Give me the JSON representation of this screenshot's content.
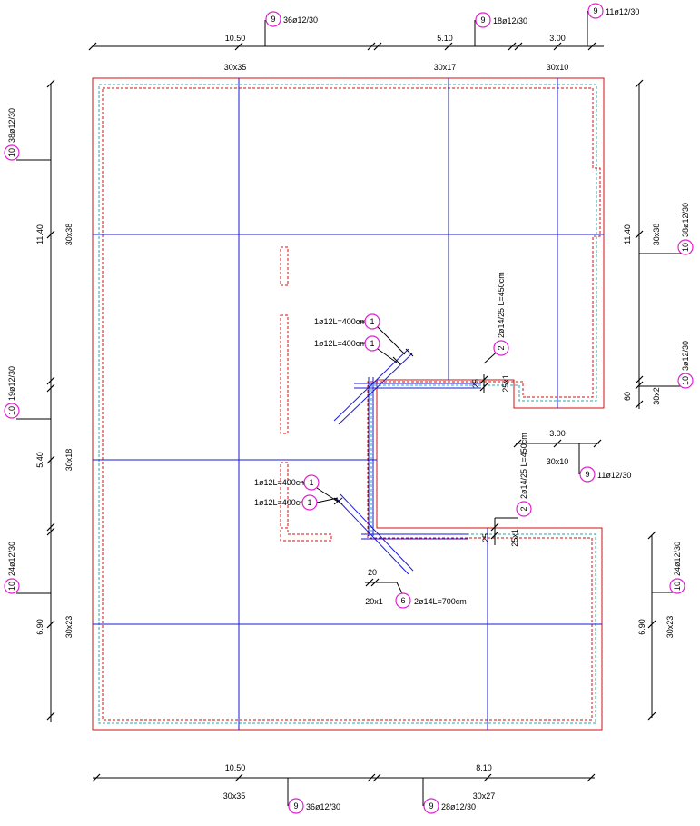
{
  "colors": {
    "slab_edge": "#d01010",
    "inner_edge": "#2aa7a7",
    "rebar_line": "#1a1ad6",
    "tag_circle": "#e020d0",
    "dimension": "#000000"
  },
  "top_dims": {
    "lengths": [
      "10.50",
      "5.10",
      "3.00"
    ],
    "bars": [
      "30x35",
      "30x17",
      "30x10"
    ],
    "tags": [
      {
        "num": "9",
        "text": "36ø12/30"
      },
      {
        "num": "9",
        "text": "18ø12/30"
      },
      {
        "num": "9",
        "text": "11ø12/30"
      }
    ]
  },
  "bottom_dims": {
    "lengths": [
      "10.50",
      "8.10"
    ],
    "bars": [
      "30x35",
      "30x27"
    ],
    "tags": [
      {
        "num": "9",
        "text": "36ø12/30"
      },
      {
        "num": "9",
        "text": "28ø12/30"
      }
    ]
  },
  "left_dims": {
    "lengths": [
      "11.40",
      "5.40",
      "6.90"
    ],
    "bars": [
      "30x38",
      "30x18",
      "30x23"
    ],
    "tags": [
      {
        "num": "10",
        "text": "38ø12/30"
      },
      {
        "num": "10",
        "text": "19ø12/30"
      },
      {
        "num": "10",
        "text": "24ø12/30"
      }
    ]
  },
  "right_dims": {
    "lengths": [
      "11.40",
      "60",
      "6.90"
    ],
    "bars": [
      "30x38",
      "30x2",
      "30x23"
    ],
    "tags": [
      {
        "num": "10",
        "text": "38ø12/30"
      },
      {
        "num": "10",
        "text": "3ø12/30"
      },
      {
        "num": "10",
        "text": "24ø12/30"
      }
    ]
  },
  "inner_dim": {
    "length": "3.00",
    "bar": "30x10",
    "tag": {
      "num": "9",
      "text": "11ø12/30"
    }
  },
  "corner_bars": [
    {
      "num": "1",
      "text": "1ø12L=400cm"
    },
    {
      "num": "1",
      "text": "1ø12L=400cm"
    },
    {
      "num": "1",
      "text": "1ø12L=400cm"
    },
    {
      "num": "1",
      "text": "1ø12L=400cm"
    }
  ],
  "edge_bars": [
    {
      "num": "2",
      "text": "2ø14/25 L=450cm",
      "dim": "25",
      "bar": "25x1"
    },
    {
      "num": "2",
      "text": "2ø14/25 L=450cm",
      "dim": "25",
      "bar": "25x1"
    }
  ],
  "splice": {
    "dim": "20",
    "bar": "20x1",
    "num": "6",
    "text": "2ø14L=700cm"
  }
}
